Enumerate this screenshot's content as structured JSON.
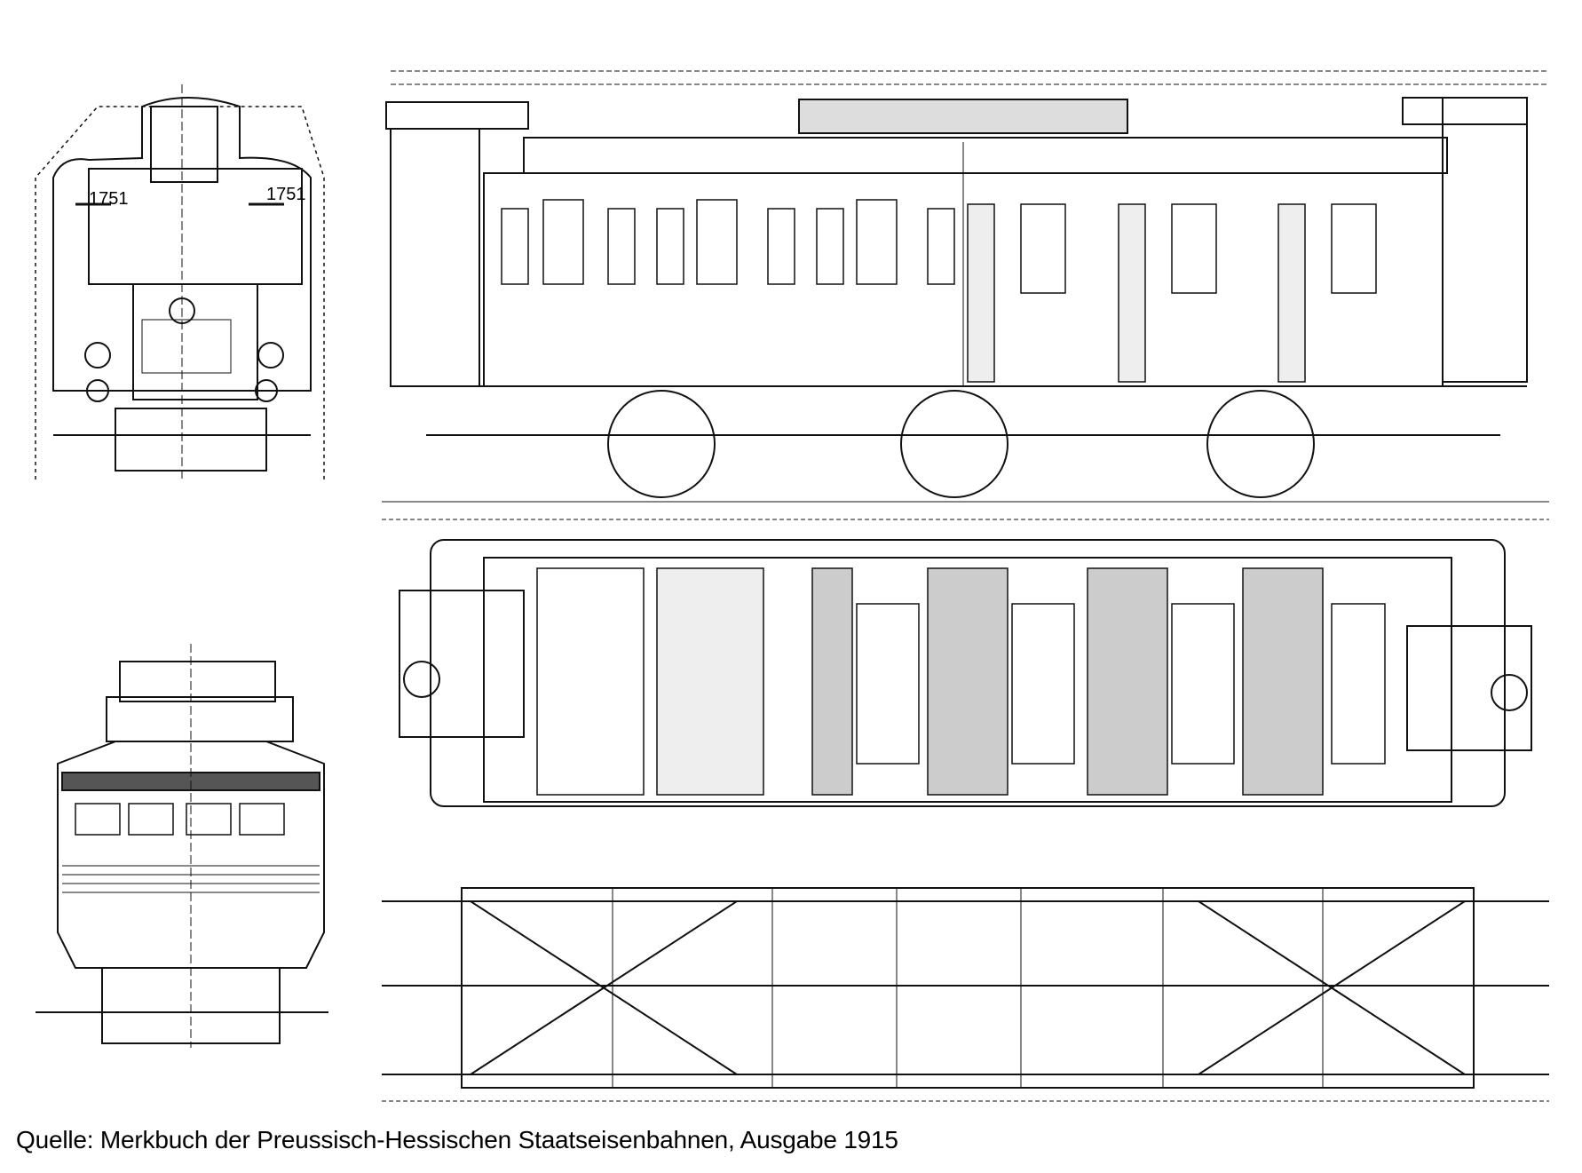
{
  "caption": "Quelle: Merkbuch der Preussisch-Hessischen Staatseisenbahnen, Ausgabe 1915",
  "drawing": {
    "car_number": "1751",
    "views": [
      "front-end-view",
      "side-elevation",
      "floor-plan",
      "underframe-plan",
      "rear-end-view"
    ]
  }
}
